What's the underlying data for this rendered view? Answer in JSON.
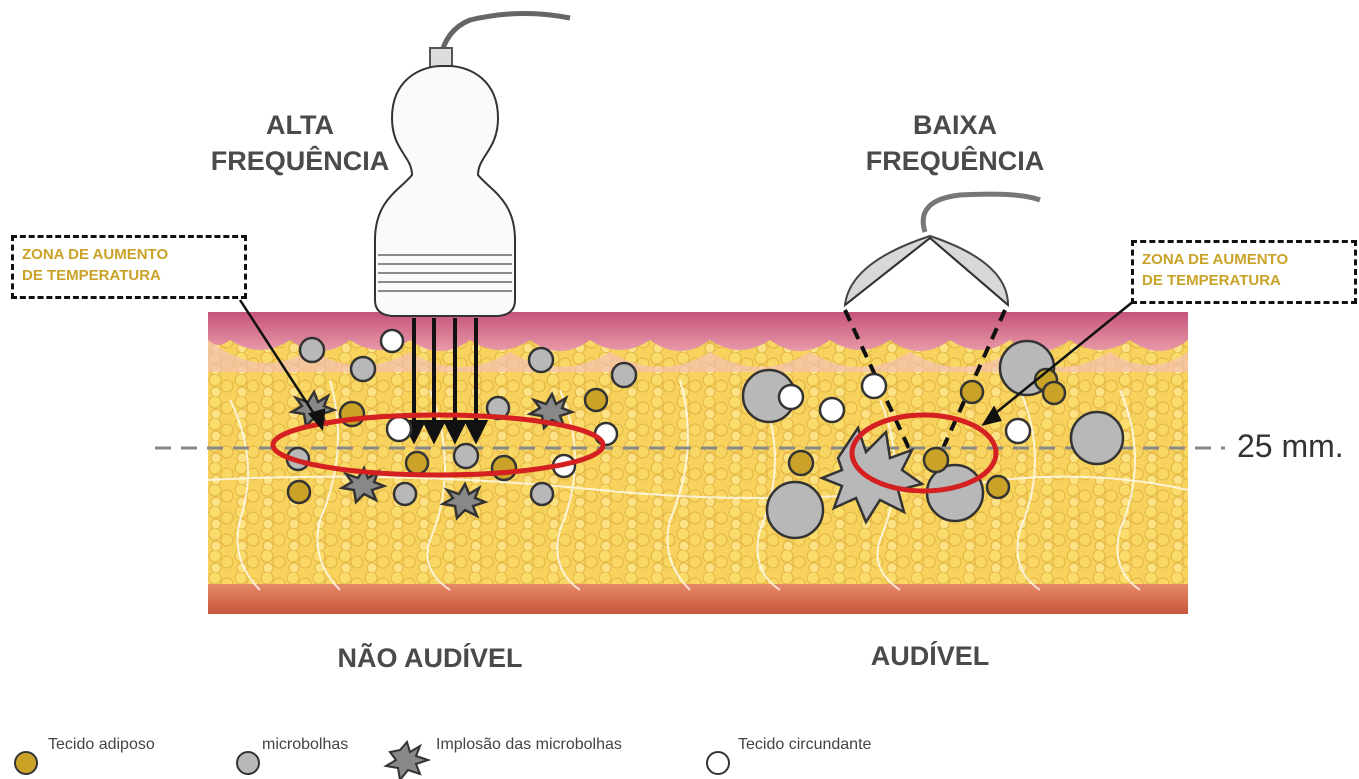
{
  "labels": {
    "high_freq": [
      "ALTA",
      "FREQUÊNCIA"
    ],
    "low_freq": [
      "BAIXA",
      "FREQUÊNCIA"
    ],
    "zone_left": [
      "ZONA DE AUMENTO",
      "DE TEMPERATURA"
    ],
    "zone_right": [
      "ZONA DE AUMENTO",
      "DE TEMPERATURA"
    ],
    "depth": "25 mm.",
    "not_audible": "NÃO AUDÍVEL",
    "audible": "AUDÍVEL"
  },
  "legend": [
    {
      "icon": "adipose-circle",
      "label": "Tecido adiposo"
    },
    {
      "icon": "microbubble-circle",
      "label": "microbolhas"
    },
    {
      "icon": "implosion-star",
      "label": "Implosão das microbolhas"
    },
    {
      "icon": "surrounding-circle",
      "label": "Tecido circundante"
    }
  ],
  "colors": {
    "adipose": "#c9a227",
    "microbubble": "#b8b8b8",
    "surrounding": "#ffffff",
    "focus_ring": "#d42020",
    "fat": "#f2c83a",
    "skin": "#d97a7a"
  }
}
